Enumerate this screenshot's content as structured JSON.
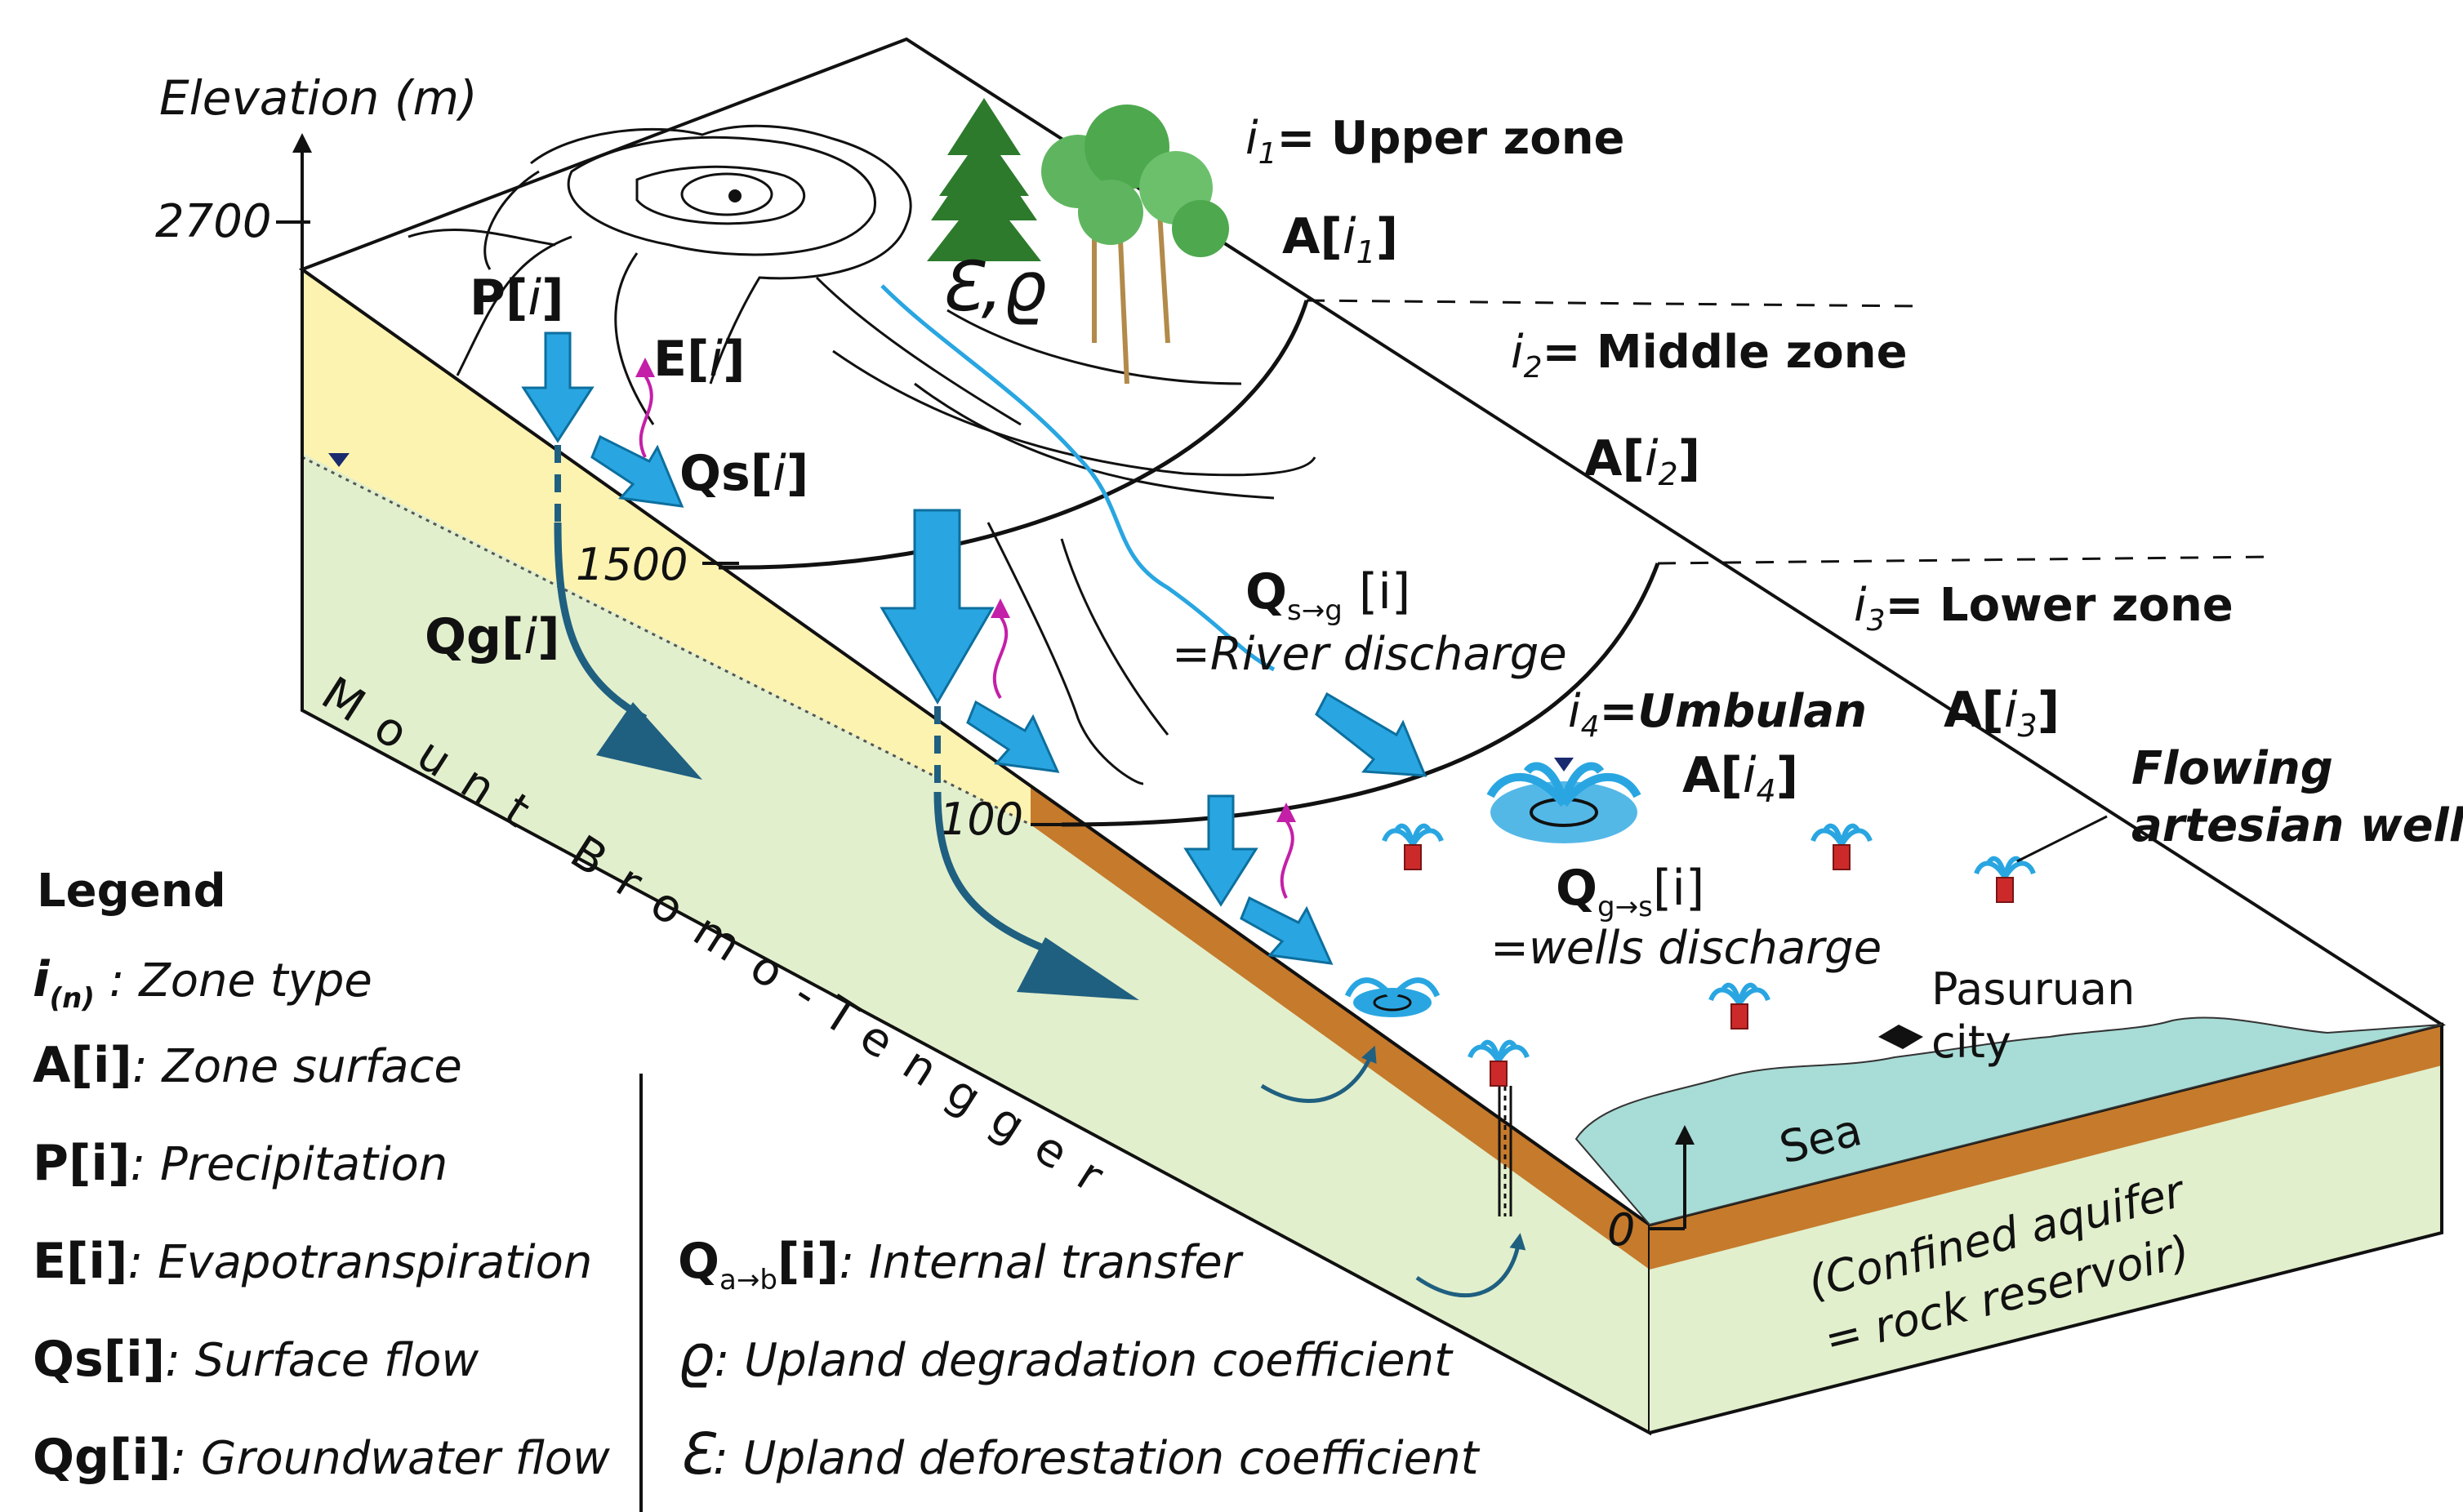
{
  "axis": {
    "title": "Elevation (m)",
    "ticks": [
      "2700",
      "1500",
      "100",
      "0"
    ]
  },
  "zones": {
    "i1_sym": "i",
    "i1_sub": "1",
    "i1_name": "= Upper zone",
    "i2_sym": "i",
    "i2_sub": "2",
    "i2_name": "= Middle zone",
    "i3_sym": "i",
    "i3_sub": "3",
    "i3_name": "= Lower zone",
    "i4_sym": "i",
    "i4_sub": "4",
    "i4_name": "=Umbulan",
    "a_prefix": "A[",
    "a_i": "i",
    "a_close": "]",
    "a_sub": [
      "1",
      "2",
      "3",
      "4"
    ]
  },
  "flows": {
    "p_prefix": "P[",
    "e_prefix": "E[",
    "qs_prefix": "Qs[",
    "qg_prefix": "Qg[",
    "i": "i",
    "close": "]",
    "qsg_q": "Q",
    "qsg_sub": "s→g",
    "qsg_idx": "[i]",
    "qsg_desc": "=River discharge",
    "qgs_q": "Q",
    "qgs_sub": "g→s",
    "qgs_idx": "[i]",
    "qgs_desc": "=wells discharge",
    "epsilon_rho": "ℇ,ϱ"
  },
  "labels": {
    "mountain": "Mount Bromo-Tengger",
    "artesian": [
      "Flowing",
      "artesian well"
    ],
    "city": [
      "Pasuruan",
      "city"
    ],
    "sea": "Sea",
    "confined": [
      "(Confined aquifer",
      "= rock reservoir)"
    ]
  },
  "legend": {
    "title": "Legend",
    "items": [
      {
        "sym": "i",
        "sub": "(n)",
        "desc": " : Zone type"
      },
      {
        "sym": "A[i]",
        "desc": ": Zone surface"
      },
      {
        "sym": "P[i]",
        "desc": ": Precipitation"
      },
      {
        "sym": "E[i]",
        "desc": ": Evapotranspiration"
      },
      {
        "sym": "Qs[i]",
        "desc": ": Surface flow"
      },
      {
        "sym": "Qg[i]",
        "desc": ": Groundwater flow"
      }
    ],
    "items2": [
      {
        "sym": "Q",
        "sub": "a→b",
        "idx": "[i]",
        "desc": ": Internal transfer"
      },
      {
        "sym": "ϱ",
        "desc": ": Upland degradation coefficient"
      },
      {
        "sym": "ℇ",
        "desc": ": Upland deforestation coefficient"
      }
    ]
  },
  "colors": {
    "unsaturated": "#fdf3b0",
    "aquifer": "#e2efcc",
    "confining": "#c57a2c",
    "sea": "#a8dcd6",
    "water_blue": "#29a6e1",
    "groundwater": "#1f5f80",
    "evapo": "#c41fa8",
    "well": "#cc2a2a"
  }
}
